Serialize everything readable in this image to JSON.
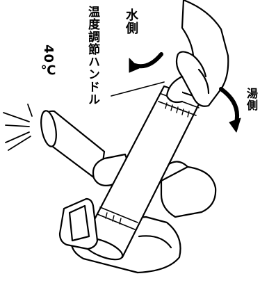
{
  "labels": {
    "handle": "温度調節ハンドル",
    "cold_side": "水側",
    "hot_side": "湯側",
    "water_temp": "40℃"
  },
  "colors": {
    "ink": "#000000",
    "paper": "#ffffff"
  },
  "icons": {
    "cold_arrow": "curved-arrow-icon",
    "hot_arrow": "curved-arrow-icon"
  }
}
